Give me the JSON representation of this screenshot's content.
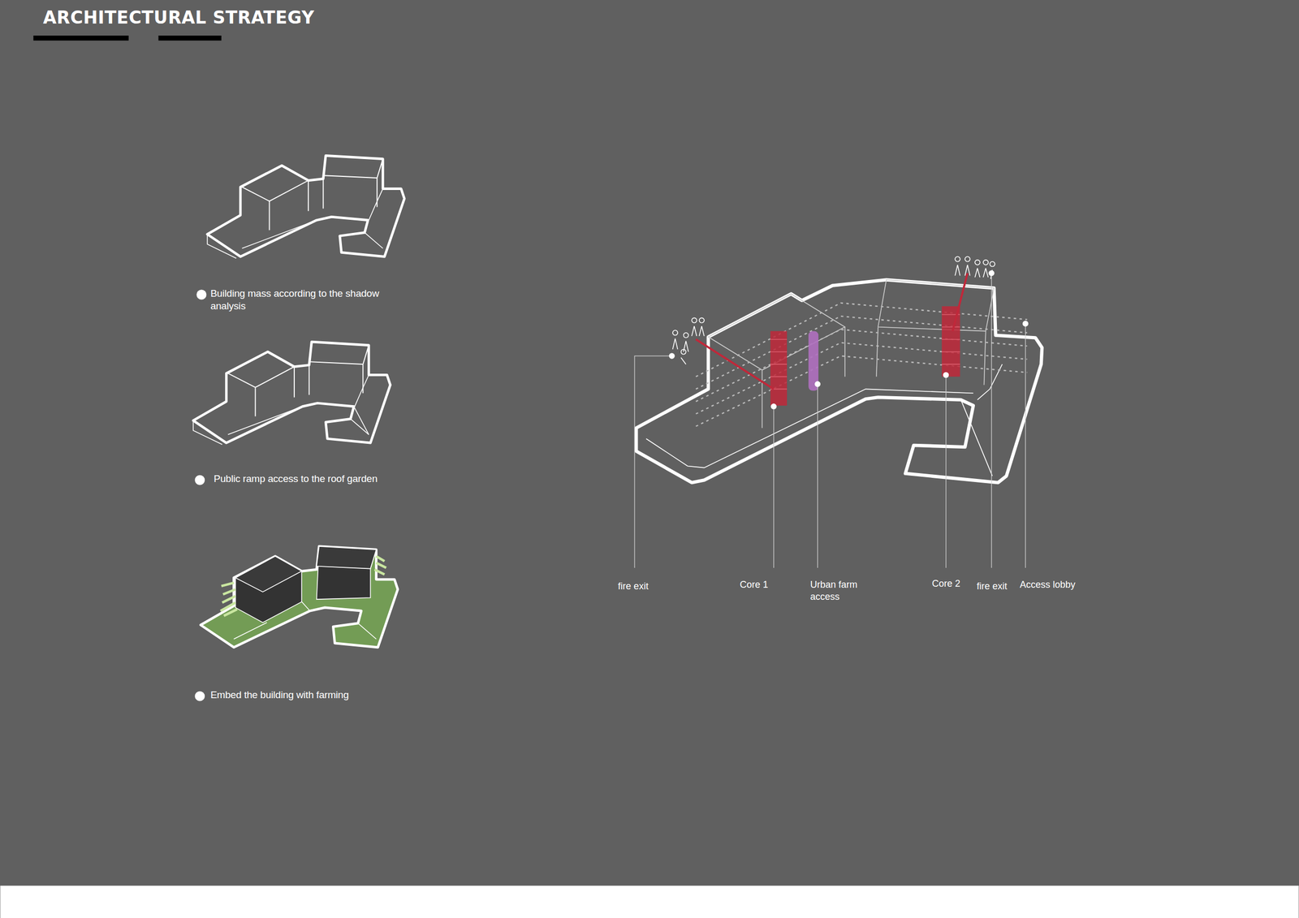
{
  "diagram": {
    "title": "ARCHITECTURAL STRATEGY",
    "labels": [
      "Building mass according to the shadow analysis",
      "Public ramp access to the roof garden",
      "Embed the building with farming",
      "fire exit",
      "Core 1",
      "Urban farm access",
      "Core 2",
      "fire exit",
      "Access lobby"
    ]
  }
}
